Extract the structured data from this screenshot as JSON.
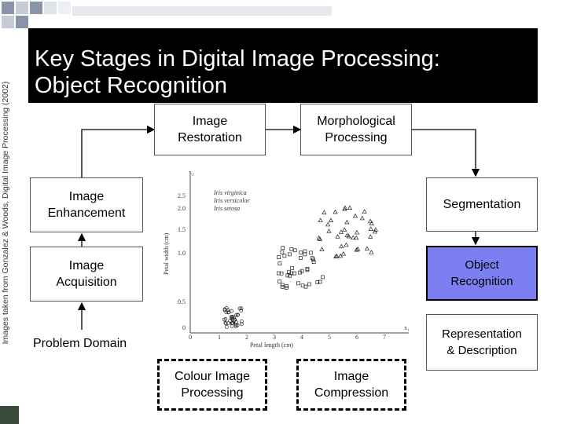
{
  "sidebar": {
    "credit": "Images taken from Gonzalez & Woods, Digital Image Processing (2002)"
  },
  "title": "Key Stages in Digital Image Processing:\nObject Recognition",
  "stages": {
    "image_restoration": "Image\nRestoration",
    "morphological_processing": "Morphological\nProcessing",
    "image_enhancement": "Image\nEnhancement",
    "segmentation": "Segmentation",
    "image_acquisition": "Image\nAcquisition",
    "object_recognition": "Object\nRecognition",
    "representation_description": "Representation\n& Description",
    "problem_domain": "Problem Domain",
    "colour_image_processing": "Colour Image\nProcessing",
    "image_compression": "Image\nCompression"
  },
  "colors": {
    "highlight": "#7b7ff0",
    "title_background": "#000000",
    "title_text": "#ffffff"
  },
  "figure": {
    "legend": [
      "Iris virginica",
      "Iris versicolor",
      "Iris setosa"
    ],
    "xlabel": "Petal length (cm)",
    "ylabel": "Petal width (cm)",
    "x_ticks": [
      "0",
      "1",
      "2",
      "3",
      "4",
      "5",
      "6",
      "7"
    ],
    "y_ticks": [
      "0",
      "0.5",
      "1.0",
      "1.5",
      "2.0",
      "2.5"
    ],
    "x_axis_symbol": "x₁",
    "y_axis_symbol": "x₂"
  }
}
